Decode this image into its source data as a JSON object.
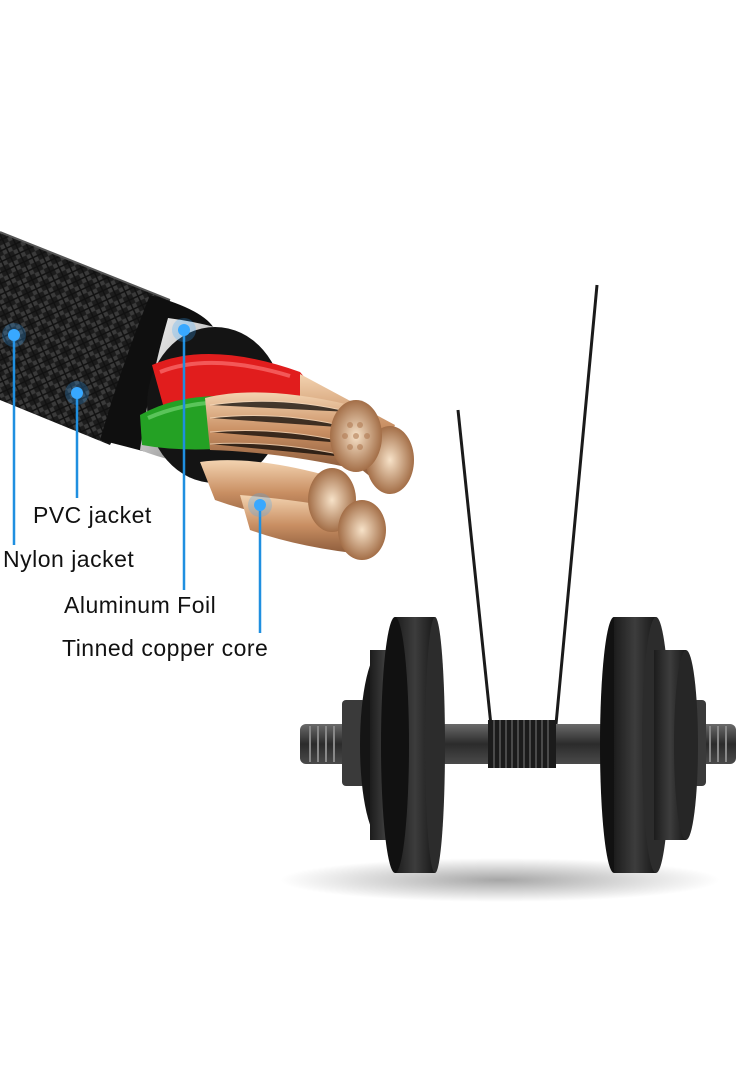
{
  "labels": {
    "pvc_jacket": "PVC jacket",
    "nylon_jacket": "Nylon jacket",
    "aluminum_foil": "Aluminum Foil",
    "tinned_copper_core": "Tinned copper core"
  },
  "colors": {
    "callout_line": "#1f8fe0",
    "callout_dot": "#39a8ff",
    "wire_red": "#e02020",
    "wire_green": "#2aa12a",
    "copper": "#d9a77c",
    "braid": "#2a2a2a",
    "dumbbell": "#2b2b2b"
  }
}
